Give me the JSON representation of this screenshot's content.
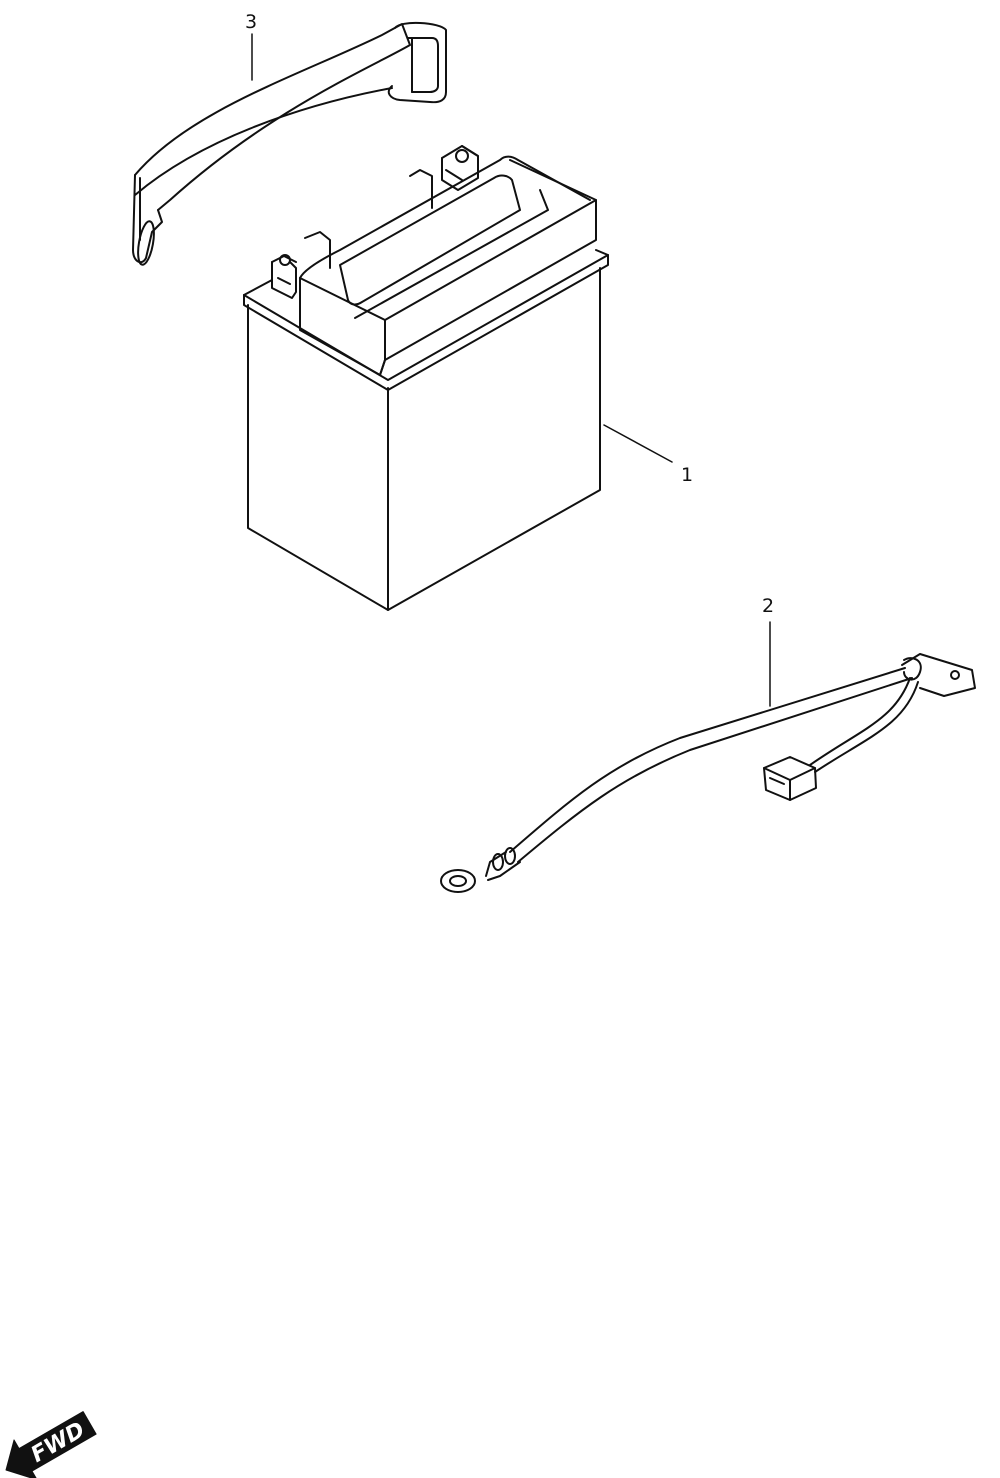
{
  "callouts": [
    {
      "number": "1",
      "part": "battery"
    },
    {
      "number": "2",
      "part": "battery-cable"
    },
    {
      "number": "3",
      "part": "battery-strap"
    }
  ],
  "direction_arrow": {
    "label": "FWD"
  },
  "colors": {
    "line": "#111111",
    "background": "#ffffff"
  }
}
